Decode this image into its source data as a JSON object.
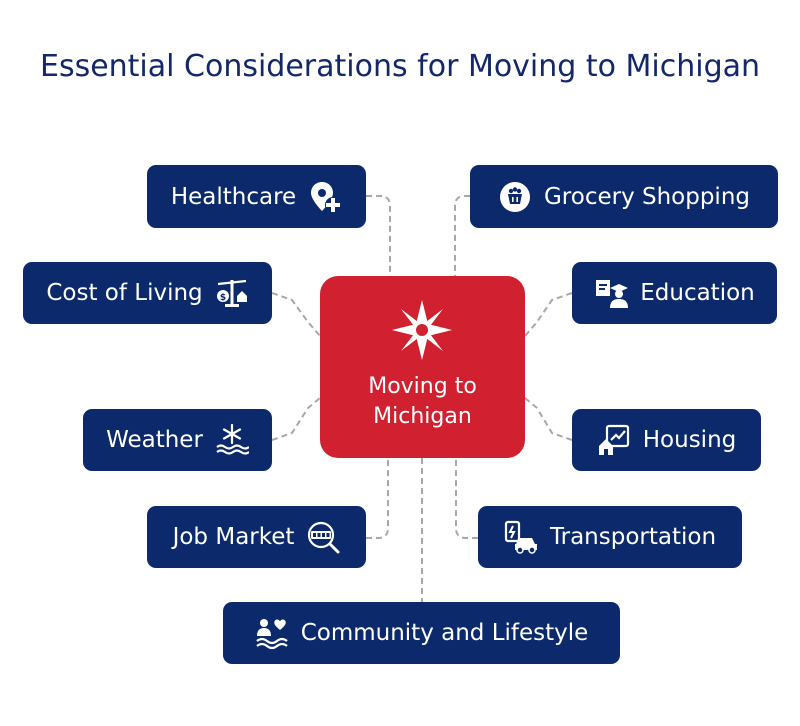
{
  "title": "Essential Considerations for Moving to Michigan",
  "center": {
    "label_line1": "Moving to",
    "label_line2": "Michigan",
    "icon": "compass-icon"
  },
  "colors": {
    "title": "#13276a",
    "node_bg": "#0c2a6b",
    "center_bg": "#d1202f",
    "connector": "#a8a8a8"
  },
  "nodes": {
    "healthcare": {
      "label": "Healthcare",
      "icon": "location-plus-icon"
    },
    "grocery": {
      "label": "Grocery Shopping",
      "icon": "grocery-basket-icon"
    },
    "cost": {
      "label": "Cost of Living",
      "icon": "balance-scale-icon"
    },
    "education": {
      "label": "Education",
      "icon": "teacher-board-icon"
    },
    "weather": {
      "label": "Weather",
      "icon": "snow-water-icon"
    },
    "housing": {
      "label": "Housing",
      "icon": "house-chart-icon"
    },
    "jobs": {
      "label": "Job Market",
      "icon": "jobs-search-icon"
    },
    "transport": {
      "label": "Transportation",
      "icon": "electric-car-icon"
    },
    "community": {
      "label": "Community and Lifestyle",
      "icon": "people-heart-icon"
    }
  }
}
